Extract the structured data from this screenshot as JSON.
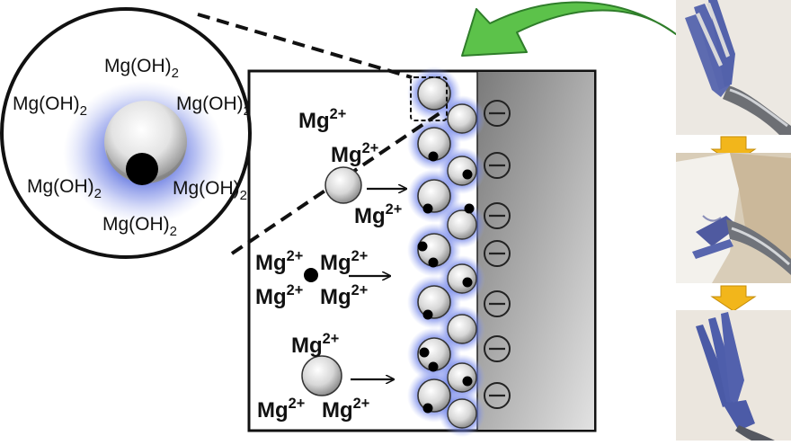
{
  "zoom_circle": {
    "labels": [
      "Mg(OH)",
      "Mg(OH)",
      "Mg(OH)",
      "Mg(OH)",
      "Mg(OH)",
      "Mg(OH)"
    ],
    "subscript": "2"
  },
  "electrolyte_ions": {
    "base": "Mg",
    "charge": "2+",
    "count_shown": 10
  },
  "surface_charge_symbol": "minus-in-circle",
  "colors": {
    "arrow_green": "#5cc24a",
    "arrow_green_edge": "#2f7d2a",
    "glow_blue": "#3f57d8",
    "step_arrow": "#f2b61b",
    "electrode_dark": "#7a7a7a",
    "electrode_light": "#e2e2e2"
  },
  "photos": [
    "fork-before",
    "fork-wiped-with-cloth",
    "fork-after"
  ]
}
